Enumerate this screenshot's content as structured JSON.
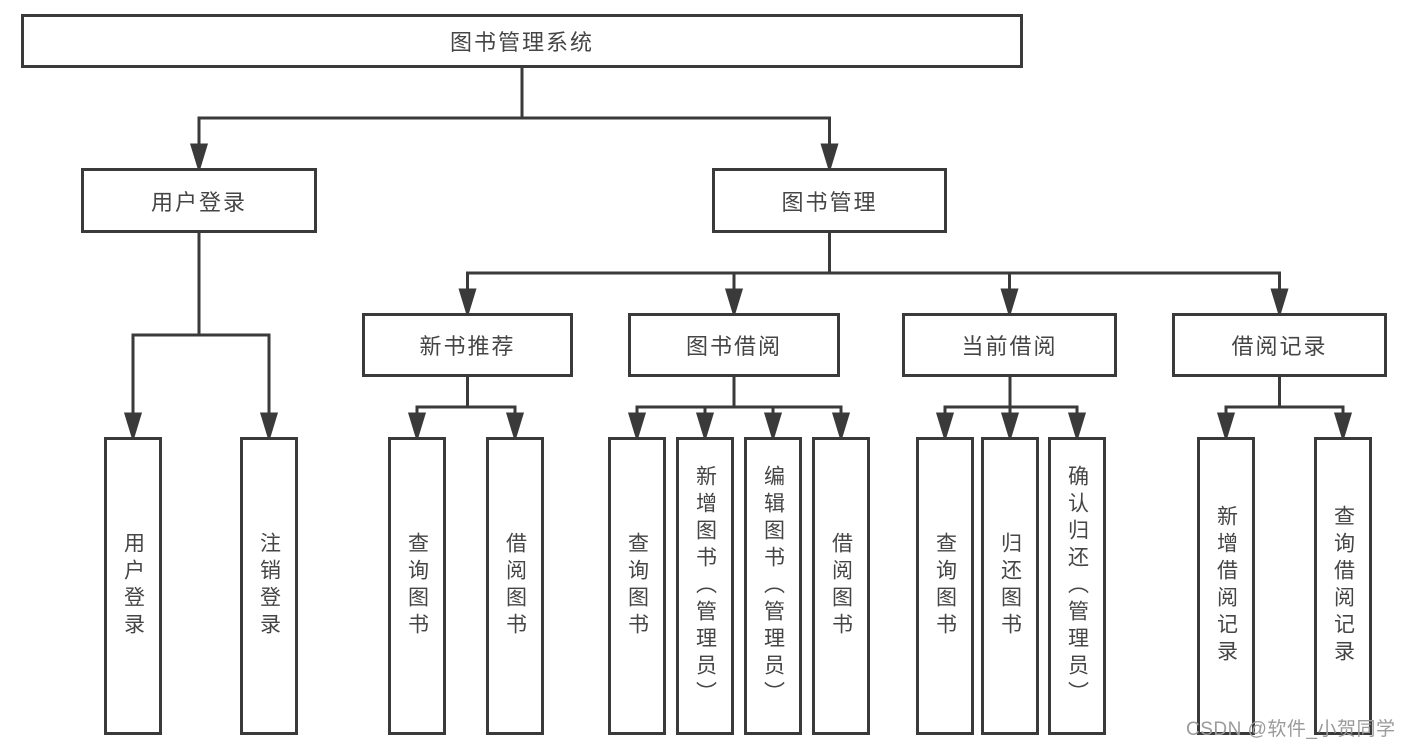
{
  "diagram": {
    "root": {
      "label": "图书管理系统"
    },
    "level2": {
      "user_login": {
        "label": "用户登录"
      },
      "book_mgmt": {
        "label": "图书管理"
      }
    },
    "level3": {
      "new_books": {
        "label": "新书推荐"
      },
      "book_borrow": {
        "label": "图书借阅"
      },
      "current_borrow": {
        "label": "当前借阅"
      },
      "borrow_records": {
        "label": "借阅记录"
      }
    },
    "leaves": {
      "user_login_leaf": {
        "label": "用户登录"
      },
      "logout": {
        "label": "注销登录"
      },
      "nb_query": {
        "label": "查询图书"
      },
      "nb_borrow": {
        "label": "借阅图书"
      },
      "bb_query": {
        "label": "查询图书"
      },
      "bb_add": {
        "label": "新增图书（管理员）"
      },
      "bb_edit": {
        "label": "编辑图书（管理员）"
      },
      "bb_borrow": {
        "label": "借阅图书"
      },
      "cb_query": {
        "label": "查询图书"
      },
      "cb_return": {
        "label": "归还图书"
      },
      "cb_confirm": {
        "label": "确认归还（管理员）"
      },
      "br_add": {
        "label": "新增借阅记录"
      },
      "br_query": {
        "label": "查询借阅记录"
      }
    }
  },
  "watermark": {
    "text": "CSDN @软件_小贺同学"
  },
  "colors": {
    "line": "#3a3a3a",
    "box_border": "#3a3a3a",
    "text": "#454545",
    "watermark": "#9b9b9b",
    "background": "#ffffff"
  }
}
